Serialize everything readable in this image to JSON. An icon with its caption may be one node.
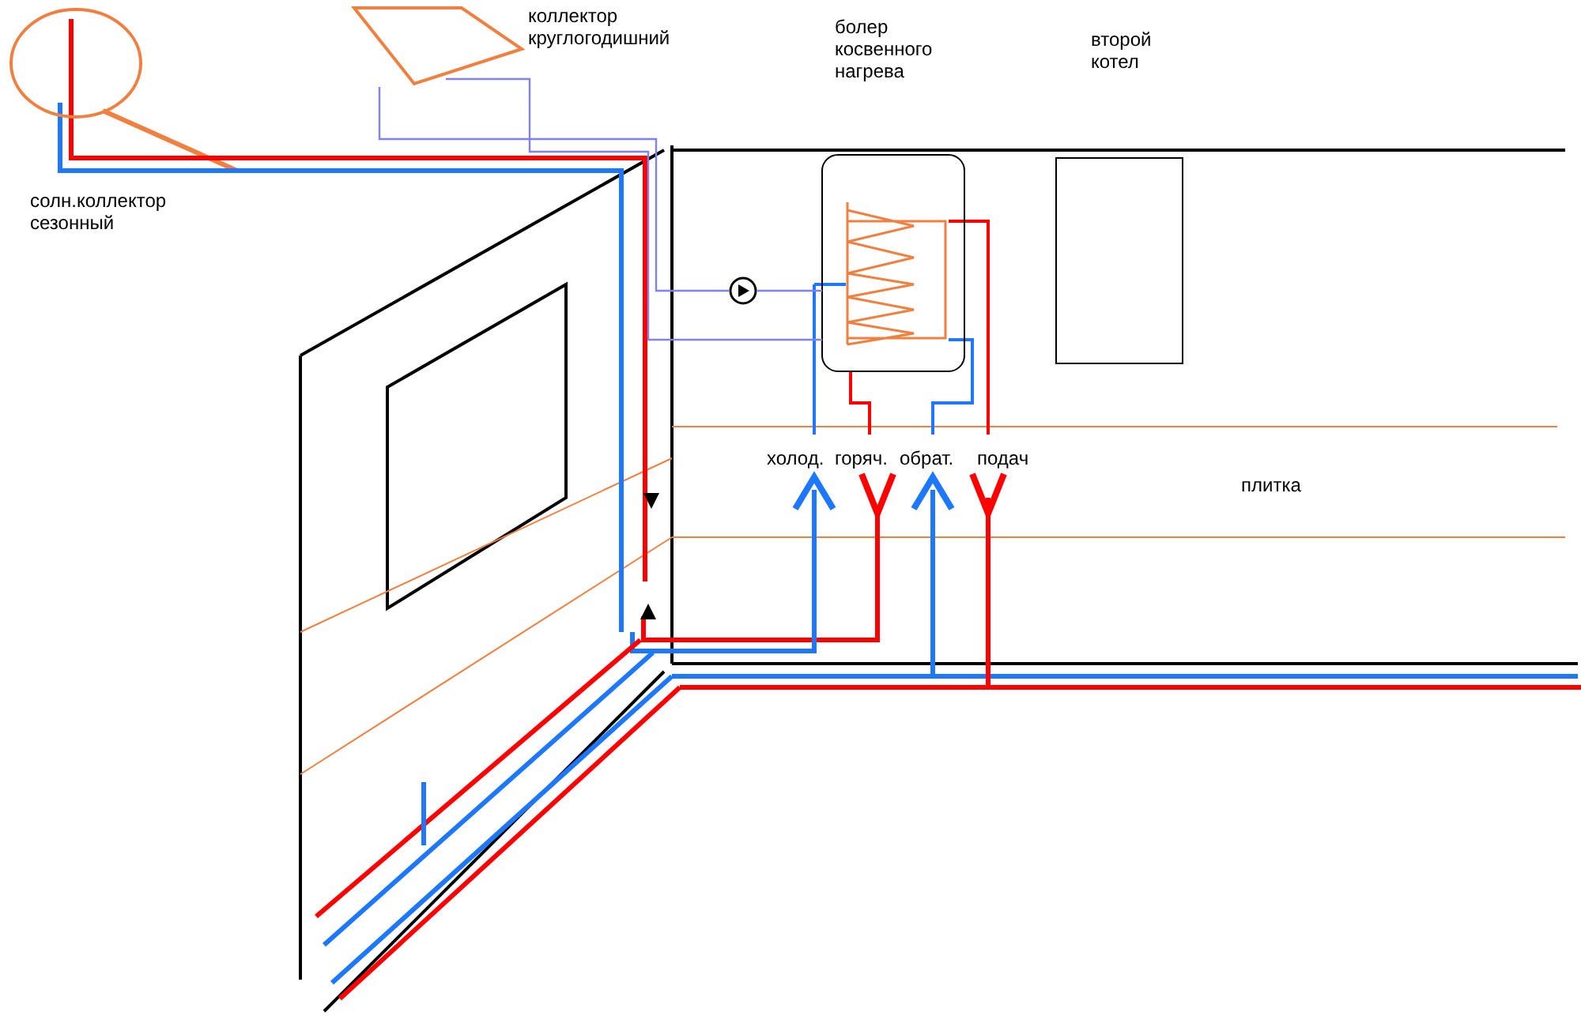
{
  "diagram": {
    "nodes": [
      {
        "text": [
          "солн.коллектор сезонный"
        ]
      },
      {
        "text": [
          "коллектор круглогодишний"
        ]
      },
      {
        "text": [
          "болер косвенного нагрева"
        ]
      },
      {
        "text": [
          "второй котел"
        ]
      },
      {
        "text": [],
        "shape": "circle"
      }
    ],
    "edges": [
      {
        "from": 1,
        "to": 4,
        "arrow": "none",
        "color": "#8080ff"
      },
      {
        "from": 4,
        "to": 2,
        "arrow": "none",
        "color": "#8080ff"
      },
      {
        "from": 1,
        "to": 2,
        "arrow": "none",
        "color": "#8080ff"
      }
    ],
    "labels": [
      "холод.",
      "горяч.",
      "обрат.",
      "подач",
      "плитка"
    ]
  }
}
